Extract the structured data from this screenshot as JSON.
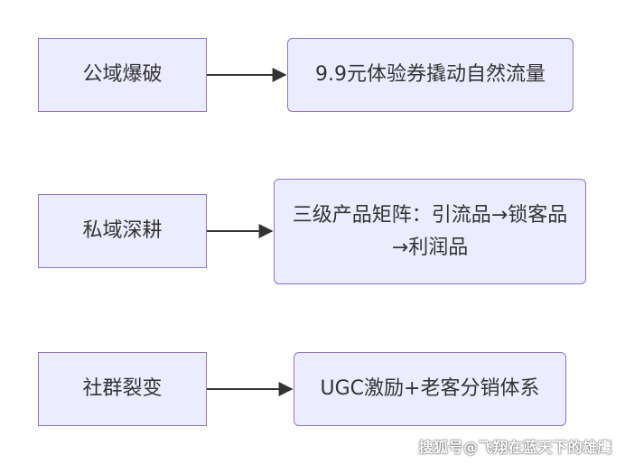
{
  "diagram": {
    "rows": [
      {
        "source": "公域爆破",
        "target": "9.9元体验券撬动自然流量"
      },
      {
        "source": "私域深耕",
        "target": "三级产品矩阵：引流品→锁客品→利润品"
      },
      {
        "source": "社群裂变",
        "target": "UGC激励+老客分销体系"
      }
    ]
  },
  "watermark": "搜狐号@飞翔在蓝天下的雄鹰",
  "colors": {
    "node_fill": "#ececff",
    "node_border": "#9370db",
    "text": "#333333",
    "edge": "#333333"
  }
}
